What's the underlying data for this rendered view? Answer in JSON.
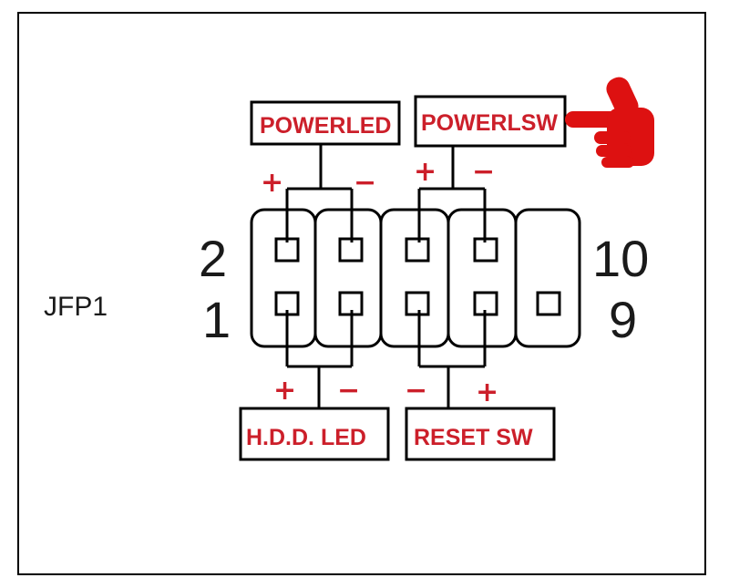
{
  "header_name": "JFP1",
  "pin_numbers": {
    "top_left": "2",
    "bottom_left": "1",
    "top_right": "10",
    "bottom_right": "9"
  },
  "labels": {
    "power_led": "POWERLED",
    "power_sw": "POWERLSW",
    "hdd_led": "H.D.D. LED",
    "reset_sw": "RESET SW"
  },
  "signs": {
    "power_led_plus": "+",
    "power_led_minus": "−",
    "power_sw_plus": "+",
    "power_sw_minus": "−",
    "hdd_led_plus": "+",
    "hdd_led_minus": "−",
    "reset_sw_minus": "−",
    "reset_sw_plus": "+"
  },
  "colors": {
    "label_text": "#cc1f2a",
    "pointer": "#dd1111",
    "line": "#000000"
  },
  "icons": {
    "pointer": "pointing-hand-icon"
  }
}
